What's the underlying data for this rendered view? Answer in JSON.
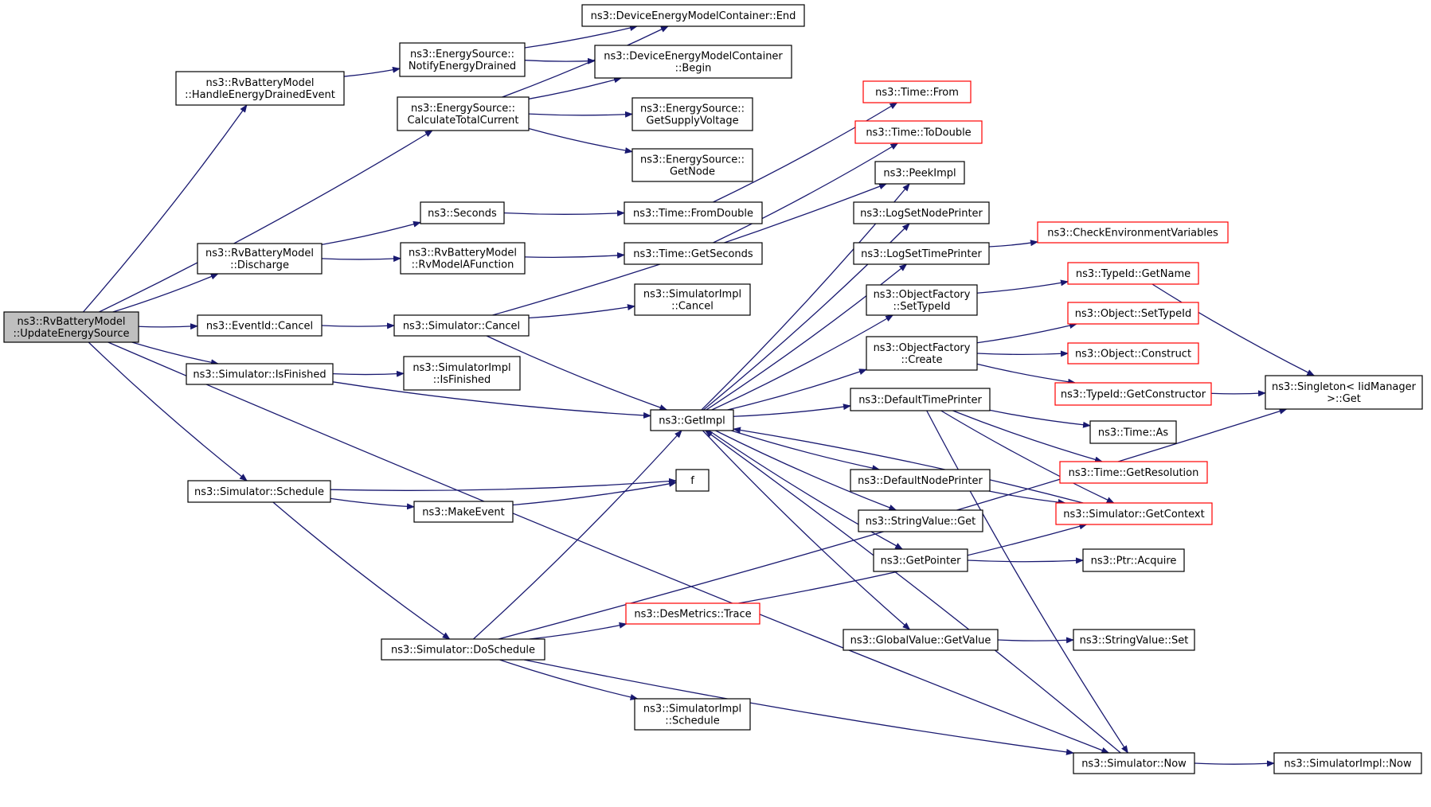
{
  "colors": {
    "edge": "#191970",
    "node_border": "#000000",
    "node_fill": "#ffffff",
    "root_fill": "#bfbfbf",
    "external_border": "#ff0000"
  },
  "nodes": [
    {
      "id": "root",
      "lines": [
        "ns3::RvBatteryModel",
        "::UpdateEnergySource"
      ],
      "kind": "root"
    },
    {
      "id": "handle",
      "lines": [
        "ns3::RvBatteryModel",
        "::HandleEnergyDrainedEvent"
      ],
      "kind": "normal"
    },
    {
      "id": "notify",
      "lines": [
        "ns3::EnergySource::",
        "NotifyEnergyDrained"
      ],
      "kind": "normal"
    },
    {
      "id": "dem_end",
      "lines": [
        "ns3::DeviceEnergyModelContainer::End"
      ],
      "kind": "normal"
    },
    {
      "id": "dem_begin",
      "lines": [
        "ns3::DeviceEnergyModelContainer",
        "::Begin"
      ],
      "kind": "normal"
    },
    {
      "id": "calc",
      "lines": [
        "ns3::EnergySource::",
        "CalculateTotalCurrent"
      ],
      "kind": "normal"
    },
    {
      "id": "supply",
      "lines": [
        "ns3::EnergySource::",
        "GetSupplyVoltage"
      ],
      "kind": "normal"
    },
    {
      "id": "getnode",
      "lines": [
        "ns3::EnergySource::",
        "GetNode"
      ],
      "kind": "normal"
    },
    {
      "id": "time_from",
      "lines": [
        "ns3::Time::From"
      ],
      "kind": "external"
    },
    {
      "id": "time_todouble",
      "lines": [
        "ns3::Time::ToDouble"
      ],
      "kind": "external"
    },
    {
      "id": "peekimpl",
      "lines": [
        "ns3::PeekImpl"
      ],
      "kind": "normal"
    },
    {
      "id": "seconds",
      "lines": [
        "ns3::Seconds"
      ],
      "kind": "normal"
    },
    {
      "id": "fromdouble",
      "lines": [
        "ns3::Time::FromDouble"
      ],
      "kind": "normal"
    },
    {
      "id": "logsetnode",
      "lines": [
        "ns3::LogSetNodePrinter"
      ],
      "kind": "normal"
    },
    {
      "id": "discharge",
      "lines": [
        "ns3::RvBatteryModel",
        "::Discharge"
      ],
      "kind": "normal"
    },
    {
      "id": "rvmodel",
      "lines": [
        "ns3::RvBatteryModel",
        "::RvModelAFunction"
      ],
      "kind": "normal"
    },
    {
      "id": "getseconds",
      "lines": [
        "ns3::Time::GetSeconds"
      ],
      "kind": "normal"
    },
    {
      "id": "logsettime",
      "lines": [
        "ns3::LogSetTimePrinter"
      ],
      "kind": "normal"
    },
    {
      "id": "checkenv",
      "lines": [
        "ns3::CheckEnvironmentVariables"
      ],
      "kind": "external"
    },
    {
      "id": "typeid_getname",
      "lines": [
        "ns3::TypeId::GetName"
      ],
      "kind": "external"
    },
    {
      "id": "settypeid",
      "lines": [
        "ns3::ObjectFactory",
        "::SetTypeId"
      ],
      "kind": "normal"
    },
    {
      "id": "simimpl_cancel",
      "lines": [
        "ns3::SimulatorImpl",
        "::Cancel"
      ],
      "kind": "normal"
    },
    {
      "id": "object_settypeid",
      "lines": [
        "ns3::Object::SetTypeId"
      ],
      "kind": "external"
    },
    {
      "id": "eventid_cancel",
      "lines": [
        "ns3::EventId::Cancel"
      ],
      "kind": "normal"
    },
    {
      "id": "sim_cancel",
      "lines": [
        "ns3::Simulator::Cancel"
      ],
      "kind": "normal"
    },
    {
      "id": "create",
      "lines": [
        "ns3::ObjectFactory",
        "::Create"
      ],
      "kind": "normal"
    },
    {
      "id": "construct",
      "lines": [
        "ns3::Object::Construct"
      ],
      "kind": "external"
    },
    {
      "id": "isfinished",
      "lines": [
        "ns3::Simulator::IsFinished"
      ],
      "kind": "normal"
    },
    {
      "id": "simimpl_isfinished",
      "lines": [
        "ns3::SimulatorImpl",
        "::IsFinished"
      ],
      "kind": "normal"
    },
    {
      "id": "getconstructor",
      "lines": [
        "ns3::TypeId::GetConstructor"
      ],
      "kind": "external"
    },
    {
      "id": "singleton",
      "lines": [
        "ns3::Singleton< IidManager",
        " >::Get"
      ],
      "kind": "normal"
    },
    {
      "id": "getimpl",
      "lines": [
        "ns3::GetImpl"
      ],
      "kind": "normal"
    },
    {
      "id": "defaulttime",
      "lines": [
        "ns3::DefaultTimePrinter"
      ],
      "kind": "normal"
    },
    {
      "id": "time_as",
      "lines": [
        "ns3::Time::As"
      ],
      "kind": "normal"
    },
    {
      "id": "schedule",
      "lines": [
        "ns3::Simulator::Schedule"
      ],
      "kind": "normal"
    },
    {
      "id": "f",
      "lines": [
        "f"
      ],
      "kind": "normal"
    },
    {
      "id": "getresolution",
      "lines": [
        "ns3::Time::GetResolution"
      ],
      "kind": "external"
    },
    {
      "id": "defaultnode",
      "lines": [
        "ns3::DefaultNodePrinter"
      ],
      "kind": "normal"
    },
    {
      "id": "makeevent",
      "lines": [
        "ns3::MakeEvent"
      ],
      "kind": "normal"
    },
    {
      "id": "getcontext",
      "lines": [
        "ns3::Simulator::GetContext"
      ],
      "kind": "external"
    },
    {
      "id": "stringvalue_get",
      "lines": [
        "ns3::StringValue::Get"
      ],
      "kind": "normal"
    },
    {
      "id": "getpointer",
      "lines": [
        "ns3::GetPointer"
      ],
      "kind": "normal"
    },
    {
      "id": "ptr_acquire",
      "lines": [
        "ns3::Ptr::Acquire"
      ],
      "kind": "normal"
    },
    {
      "id": "desmetrics",
      "lines": [
        "ns3::DesMetrics::Trace"
      ],
      "kind": "external"
    },
    {
      "id": "globalvalue",
      "lines": [
        "ns3::GlobalValue::GetValue"
      ],
      "kind": "normal"
    },
    {
      "id": "stringvalue_set",
      "lines": [
        "ns3::StringValue::Set"
      ],
      "kind": "normal"
    },
    {
      "id": "doschedule",
      "lines": [
        "ns3::Simulator::DoSchedule"
      ],
      "kind": "normal"
    },
    {
      "id": "simimpl_schedule",
      "lines": [
        "ns3::SimulatorImpl",
        "::Schedule"
      ],
      "kind": "normal"
    },
    {
      "id": "sim_now",
      "lines": [
        "ns3::Simulator::Now"
      ],
      "kind": "normal"
    },
    {
      "id": "simimpl_now",
      "lines": [
        "ns3::SimulatorImpl::Now"
      ],
      "kind": "normal"
    }
  ],
  "edges": [
    [
      "root",
      "handle"
    ],
    [
      "root",
      "calc"
    ],
    [
      "root",
      "discharge"
    ],
    [
      "root",
      "eventid_cancel"
    ],
    [
      "root",
      "isfinished"
    ],
    [
      "root",
      "schedule"
    ],
    [
      "root",
      "sim_now"
    ],
    [
      "handle",
      "notify"
    ],
    [
      "notify",
      "dem_end"
    ],
    [
      "notify",
      "dem_begin"
    ],
    [
      "calc",
      "dem_end"
    ],
    [
      "calc",
      "dem_begin"
    ],
    [
      "calc",
      "supply"
    ],
    [
      "calc",
      "getnode"
    ],
    [
      "discharge",
      "seconds"
    ],
    [
      "discharge",
      "rvmodel"
    ],
    [
      "seconds",
      "fromdouble"
    ],
    [
      "fromdouble",
      "time_from"
    ],
    [
      "rvmodel",
      "getseconds"
    ],
    [
      "getseconds",
      "time_todouble"
    ],
    [
      "eventid_cancel",
      "sim_cancel"
    ],
    [
      "sim_cancel",
      "simimpl_cancel"
    ],
    [
      "sim_cancel",
      "peekimpl"
    ],
    [
      "sim_cancel",
      "getimpl"
    ],
    [
      "isfinished",
      "simimpl_isfinished"
    ],
    [
      "isfinished",
      "getimpl"
    ],
    [
      "getimpl",
      "peekimpl"
    ],
    [
      "getimpl",
      "logsetnode"
    ],
    [
      "getimpl",
      "logsettime"
    ],
    [
      "getimpl",
      "settypeid"
    ],
    [
      "getimpl",
      "create"
    ],
    [
      "getimpl",
      "defaulttime"
    ],
    [
      "getimpl",
      "defaultnode"
    ],
    [
      "getimpl",
      "stringvalue_get"
    ],
    [
      "getimpl",
      "getpointer"
    ],
    [
      "getimpl",
      "globalvalue"
    ],
    [
      "logsettime",
      "checkenv"
    ],
    [
      "settypeid",
      "typeid_getname"
    ],
    [
      "typeid_getname",
      "singleton"
    ],
    [
      "create",
      "object_settypeid"
    ],
    [
      "create",
      "construct"
    ],
    [
      "create",
      "getconstructor"
    ],
    [
      "getconstructor",
      "singleton"
    ],
    [
      "defaulttime",
      "time_as"
    ],
    [
      "defaulttime",
      "getresolution"
    ],
    [
      "defaulttime",
      "getcontext"
    ],
    [
      "defaulttime",
      "sim_now"
    ],
    [
      "defaultnode",
      "getcontext"
    ],
    [
      "getcontext",
      "getimpl"
    ],
    [
      "getpointer",
      "ptr_acquire"
    ],
    [
      "globalvalue",
      "stringvalue_set"
    ],
    [
      "schedule",
      "f"
    ],
    [
      "schedule",
      "makeevent"
    ],
    [
      "schedule",
      "doschedule"
    ],
    [
      "makeevent",
      "f"
    ],
    [
      "doschedule",
      "getimpl"
    ],
    [
      "doschedule",
      "desmetrics"
    ],
    [
      "doschedule",
      "singleton"
    ],
    [
      "doschedule",
      "simimpl_schedule"
    ],
    [
      "doschedule",
      "sim_now"
    ],
    [
      "desmetrics",
      "getcontext"
    ],
    [
      "sim_now",
      "getimpl"
    ],
    [
      "sim_now",
      "simimpl_now"
    ]
  ]
}
